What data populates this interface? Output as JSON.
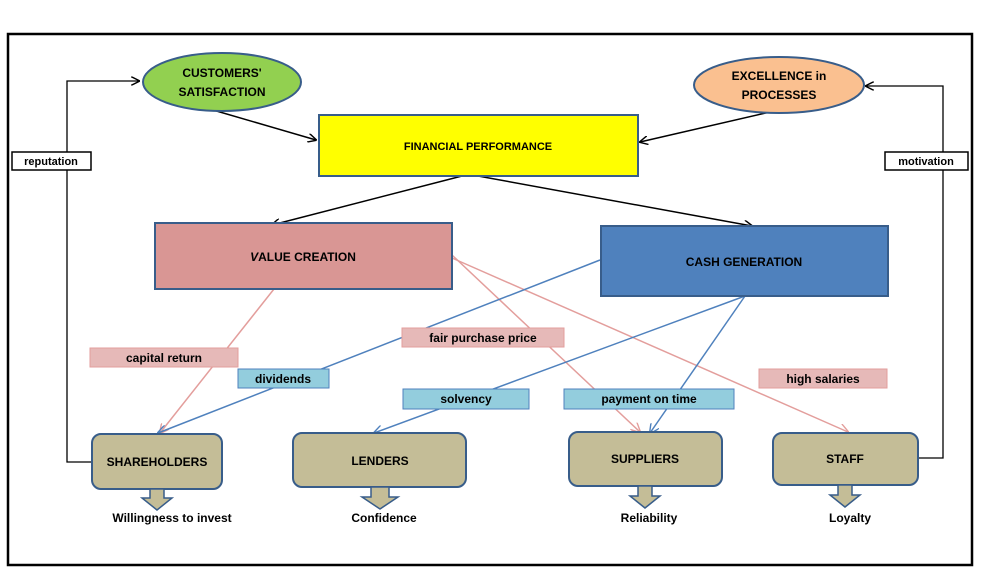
{
  "nodes": {
    "customers": {
      "line1": "CUSTOMERS'",
      "line2": "SATISFACTION",
      "color": "#92D050"
    },
    "excellence": {
      "line1": "EXCELLENCE in",
      "line2": "PROCESSES",
      "color": "#FAC090"
    },
    "financial": {
      "label": "FINANCIAL PERFORMANCE",
      "color": "#FFFF00"
    },
    "value_creation": {
      "label_italic": "V",
      "label_rest": "ALUE CREATION",
      "color": "#D99694"
    },
    "cash_generation": {
      "label": "CASH GENERATION",
      "color": "#4F81BD"
    },
    "stakeholders": [
      {
        "label": "SHAREHOLDERS",
        "outcome": "Willingness to invest"
      },
      {
        "label": "LENDERS",
        "outcome": "Confidence"
      },
      {
        "label": "SUPPLIERS",
        "outcome": "Reliability"
      },
      {
        "label": "STAFF",
        "outcome": "Loyalty"
      }
    ],
    "stakeholder_color": "#C4BD97"
  },
  "side_labels": {
    "left": "reputation",
    "right": "motivation"
  },
  "flow_labels": {
    "capital_return": "capital return",
    "dividends": "dividends",
    "fair_purchase_price": "fair purchase price",
    "solvency": "solvency",
    "payment_on_time": "payment on time",
    "high_salaries": "high salaries"
  },
  "colors": {
    "pink_label": "#E6B9B8",
    "blue_label": "#93CDDD",
    "pink_arrow": "#E39E9C",
    "blue_arrow": "#4F81BD",
    "border_blue": "#385D8A"
  }
}
